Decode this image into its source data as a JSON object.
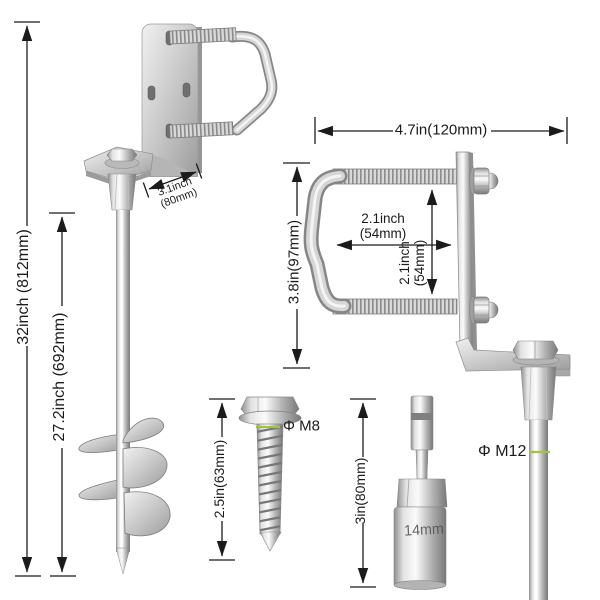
{
  "colors": {
    "dimension_line": "#1b1b1b",
    "accent_green": "#9fc43e"
  },
  "left_view": {
    "overall_height": "32inch (812mm)",
    "shaft_length": "27.2inch (692mm)",
    "base_width_line1": "3.1inch",
    "base_width_line2": "(80mm)"
  },
  "bracket_detail": {
    "width": "4.7in(120mm)",
    "height": "3.8in(97mm)",
    "inner_width_line1": "2.1inch",
    "inner_width_line2": "(54mm)",
    "inner_height_line1": "2.1inch",
    "inner_height_line2": "(54mm)",
    "rod_diameter": "Φ M12"
  },
  "screw": {
    "length": "2.5in(63mm)",
    "diameter": "Φ M8"
  },
  "socket_driver": {
    "length": "3in(80mm)",
    "marking": "14mm"
  }
}
